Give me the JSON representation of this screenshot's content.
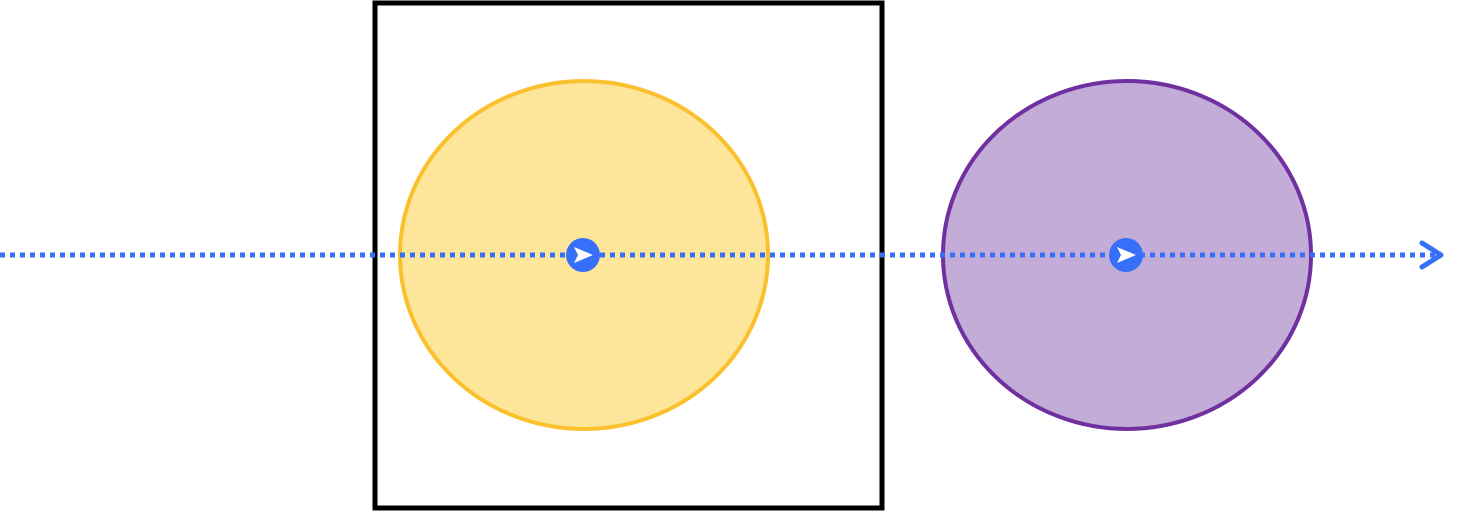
{
  "colors": {
    "background": "#ffffff",
    "frame_stroke": "#000000",
    "left_circle_fill": "#fde599",
    "left_circle_stroke": "#fbc02d",
    "right_circle_fill": "#c4acd8",
    "right_circle_stroke": "#7030a0",
    "arrow_line": "#3670f8",
    "marker_fill": "#3670f8",
    "marker_glyph": "#ffffff"
  },
  "shapes": {
    "frame": "square-outline",
    "circles": [
      "yellow-circle",
      "purple-circle"
    ],
    "line": "dotted-arrow",
    "markers": [
      "play-marker",
      "play-marker"
    ]
  }
}
